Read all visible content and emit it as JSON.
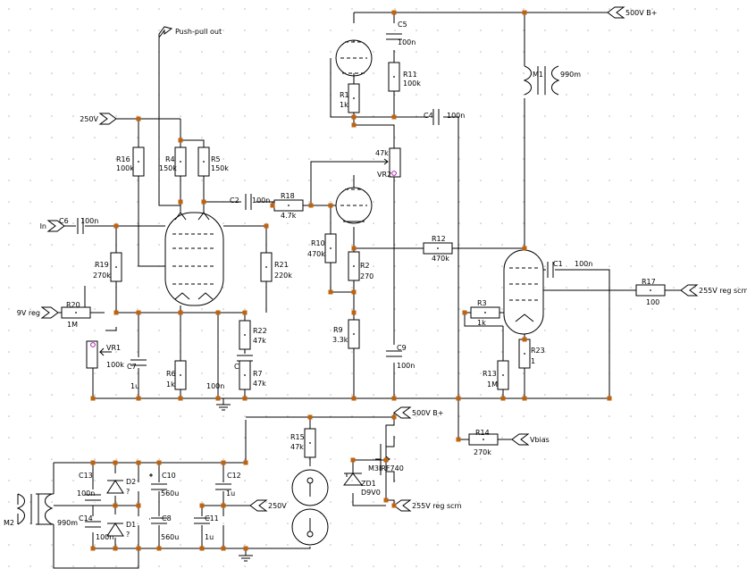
{
  "ports": {
    "p500a": "500V B+",
    "ppp": "Push-pull out",
    "p250a": "250V",
    "pin": "In",
    "p9v": "9V reg",
    "p255a": "255V reg scrn",
    "pvb": "Vbias",
    "p500b": "500V B+",
    "p255b": "255V reg scrn",
    "p250b": "250V"
  },
  "parts": {
    "C5": [
      "C5",
      "100n"
    ],
    "R11": [
      "R11",
      "100k"
    ],
    "M1": [
      "M1",
      "990m"
    ],
    "R1": [
      "R1",
      "1k"
    ],
    "C4": [
      "C4",
      "100n"
    ],
    "R16": [
      "R16",
      "100k"
    ],
    "R4": [
      "R4",
      "150k"
    ],
    "R5": [
      "R5",
      "150k"
    ],
    "VR2": [
      "VR2",
      "47k"
    ],
    "C2": [
      "C2",
      "100n"
    ],
    "R18": [
      "R18",
      "4.7k"
    ],
    "C6": [
      "C6",
      "100n"
    ],
    "R12": [
      "R12",
      "470k"
    ],
    "R10": [
      "R10",
      "470k"
    ],
    "R2": [
      "R2",
      "270"
    ],
    "R19": [
      "R19",
      "270k"
    ],
    "R21": [
      "R21",
      "220k"
    ],
    "C1": [
      "C1",
      "100n"
    ],
    "R17": [
      "R17",
      "100"
    ],
    "R20": [
      "R20",
      "1M"
    ],
    "R3": [
      "R3",
      "1k"
    ],
    "R22": [
      "R22",
      "47k"
    ],
    "R9": [
      "R9",
      "3.3k"
    ],
    "VR1": [
      "VR1",
      "100k"
    ],
    "R23": [
      "R23",
      "1"
    ],
    "C7": [
      "C7",
      "1u"
    ],
    "R6": [
      "R6",
      "1k"
    ],
    "C3": [
      "C3",
      "100n"
    ],
    "R7": [
      "R7",
      "47k"
    ],
    "C9": [
      "C9",
      "100n"
    ],
    "R13": [
      "R13",
      "1M"
    ],
    "R14": [
      "R14",
      "270k"
    ],
    "R15": [
      "R15",
      "47k"
    ],
    "M3": [
      "M3",
      "IRF740"
    ],
    "C13": [
      "C13",
      "100n"
    ],
    "D2": [
      "D2",
      "?"
    ],
    "C10": [
      "C10",
      "560u"
    ],
    "C12": [
      "C12",
      "1u"
    ],
    "ZD1": [
      "ZD1",
      "D9V0"
    ],
    "M2": [
      "M2",
      "990m"
    ],
    "C14": [
      "C14",
      "100n"
    ],
    "D1": [
      "D1",
      "?"
    ],
    "C8": [
      "C8",
      "560u"
    ],
    "C11": [
      "C11",
      "1u"
    ]
  },
  "colors": {
    "junction": "#c0630e",
    "pin": "#aa22aa",
    "grid": "#b8b8b8"
  }
}
